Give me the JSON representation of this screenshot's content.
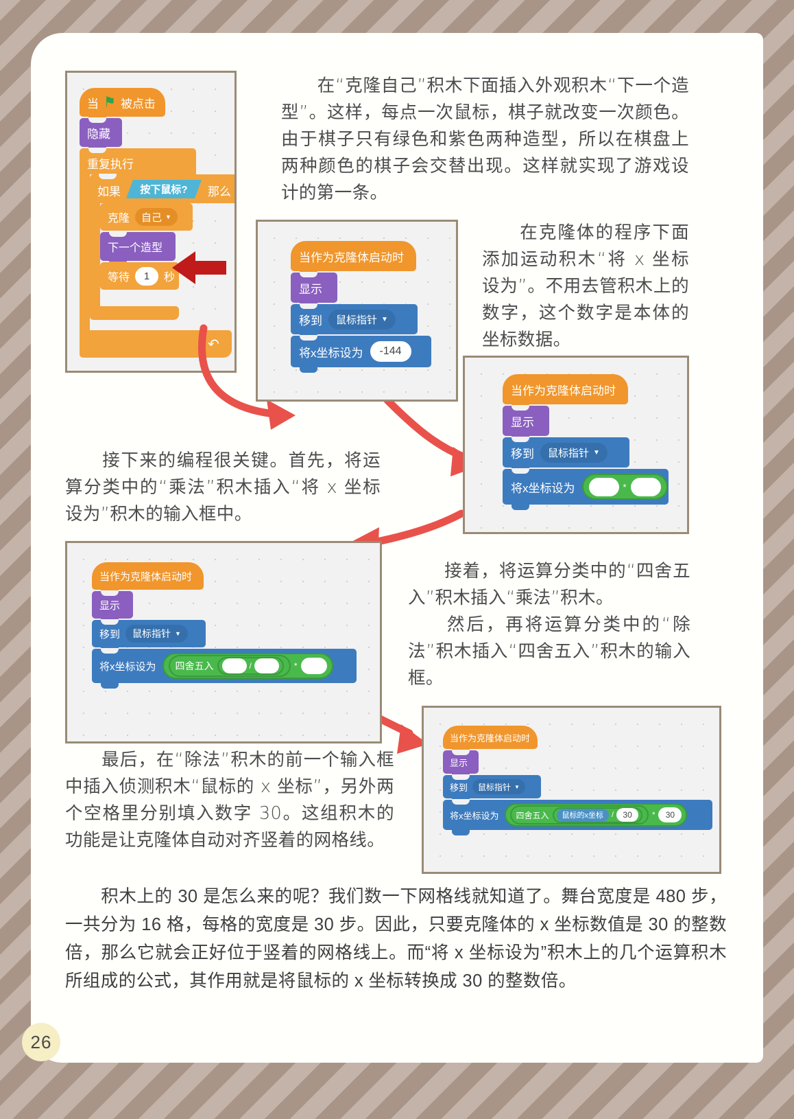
{
  "page": {
    "number": "26",
    "background_color": "#a99488",
    "background_color_alt": "#c3b3a8",
    "page_color": "#fffffc"
  },
  "paragraphs": {
    "p1": "　　在“克隆自己”积木下面插入外观积木“下一个造型”。这样，每点一次鼠标，棋子就改变一次颜色。由于棋子只有绿色和紫色两种造型，所以在棋盘上两种颜色的棋子会交替出现。这样就实现了游戏设计的第一条。",
    "p2": "　　在克隆体的程序下面添加运动积木“将 x 坐标设为”。不用去管积木上的数字，这个数字是本体的坐标数据。",
    "p3": "　　接下来的编程很关键。首先，将运算分类中的“乘法”积木插入“将 x 坐标设为”积木的输入框中。",
    "p4": "　　接着，将运算分类中的“四舍五入”积木插入“乘法”积木。\n　　然后，再将运算分类中的“除法”积木插入“四舍五入”积木的输入框。",
    "p5": "　　最后，在“除法”积木的前一个输入框中插入侦测积木“鼠标的 x 坐标”，另外两个空格里分别填入数字 30。这组积木的功能是让克隆体自动对齐竖着的网格线。",
    "p6": "　　积木上的 30 是怎么来的呢？我们数一下网格线就知道了。舞台宽度是 480 步，一共分为 16 格，每格的宽度是 30 步。因此，只要克隆体的 x 坐标数值是 30 的整数倍，那么它就会正好位于竖着的网格线上。而“将 x 坐标设为”积木上的几个运算积木所组成的公式，其作用就是将鼠标的 x 坐标转换成 30 的整数倍。"
  },
  "panels": {
    "panel1": {
      "name": "main-script-panel",
      "blocks": {
        "when_flag": "当",
        "when_flag_suffix": "被点击",
        "flag_icon": "green-flag-icon",
        "hide": "隐藏",
        "forever": "重复执行",
        "if": "如果",
        "then": "那么",
        "mouse_down": "按下鼠标?",
        "clone": "克隆",
        "clone_target": "自己",
        "next_costume": "下一个造型",
        "wait": "等待",
        "wait_value": "1",
        "wait_unit": "秒",
        "loop_arrow_icon": "loop-arrow-icon"
      }
    },
    "panel2": {
      "name": "clone-script-panel-1",
      "blocks": {
        "when_clone": "当作为克隆体启动时",
        "show": "显示",
        "goto": "移到",
        "goto_target": "鼠标指针",
        "set_x": "将x坐标设为",
        "set_x_value": "-144"
      }
    },
    "panel3": {
      "name": "clone-script-panel-2",
      "blocks": {
        "when_clone": "当作为克隆体启动时",
        "show": "显示",
        "goto": "移到",
        "goto_target": "鼠标指针",
        "set_x": "将x坐标设为",
        "multiply_operator": "*",
        "operand_a": "",
        "operand_b": ""
      }
    },
    "panel4": {
      "name": "clone-script-panel-3",
      "blocks": {
        "when_clone": "当作为克隆体启动时",
        "show": "显示",
        "goto": "移到",
        "goto_target": "鼠标指针",
        "set_x": "将x坐标设为",
        "round": "四舍五入",
        "divide_operator": "/",
        "multiply_operator": "*",
        "operand_a": "",
        "operand_b": "",
        "operand_c": ""
      }
    },
    "panel5": {
      "name": "clone-script-panel-4",
      "blocks": {
        "when_clone": "当作为克隆体启动时",
        "show": "显示",
        "goto": "移到",
        "goto_target": "鼠标指针",
        "set_x": "将x坐标设为",
        "round": "四舍五入",
        "mouse_x": "鼠标的x坐标",
        "divide_operator": "/",
        "multiply_operator": "*",
        "operand_b": "30",
        "operand_c": "30"
      }
    }
  },
  "colors": {
    "events": "#f0962c",
    "looks": "#8a5fbf",
    "control": "#f2a33c",
    "motion": "#3d7bbf",
    "sensing": "#4fb5d6",
    "operators": "#49b94b",
    "arrow_red": "#e8524a",
    "dark_arrow_red": "#c01a1a"
  }
}
